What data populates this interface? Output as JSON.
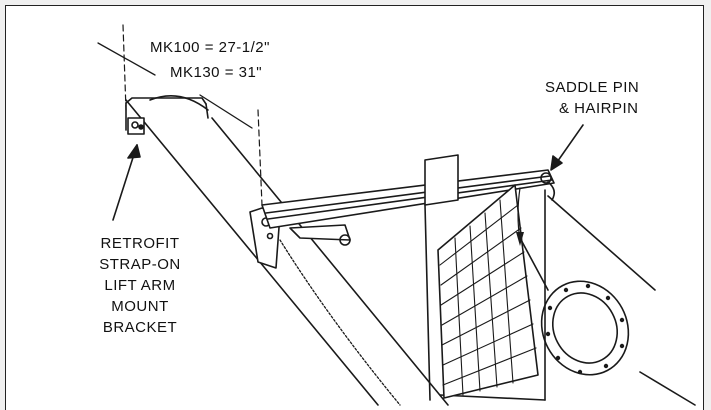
{
  "dimensions": {
    "mk100": "MK100 = 27-1/2\"",
    "mk130": "MK130 = 31\""
  },
  "callouts": {
    "saddle_pin": [
      "SADDLE PIN",
      "& HAIRPIN"
    ],
    "bracket": [
      "RETROFIT",
      "STRAP-ON",
      "LIFT ARM",
      "MOUNT",
      "BRACKET"
    ]
  }
}
